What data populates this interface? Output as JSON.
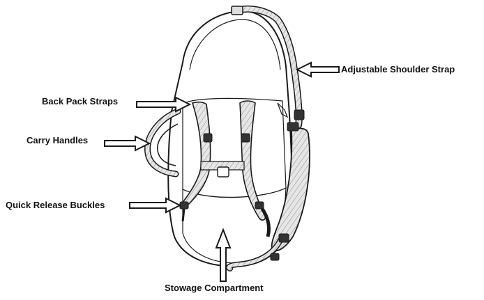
{
  "diagram": {
    "labels": {
      "shoulder_strap": "Adjustable Shoulder Strap",
      "backpack_straps": "Back Pack Straps",
      "carry_handles": "Carry Handles",
      "quick_release_buckles": "Quick Release Buckles",
      "stowage_compartment": "Stowage Compartment"
    },
    "colors": {
      "ink": "#1a1a1a",
      "strap_fill": "#d9d9d9",
      "buckle": "#333333",
      "background": "#ffffff"
    }
  }
}
